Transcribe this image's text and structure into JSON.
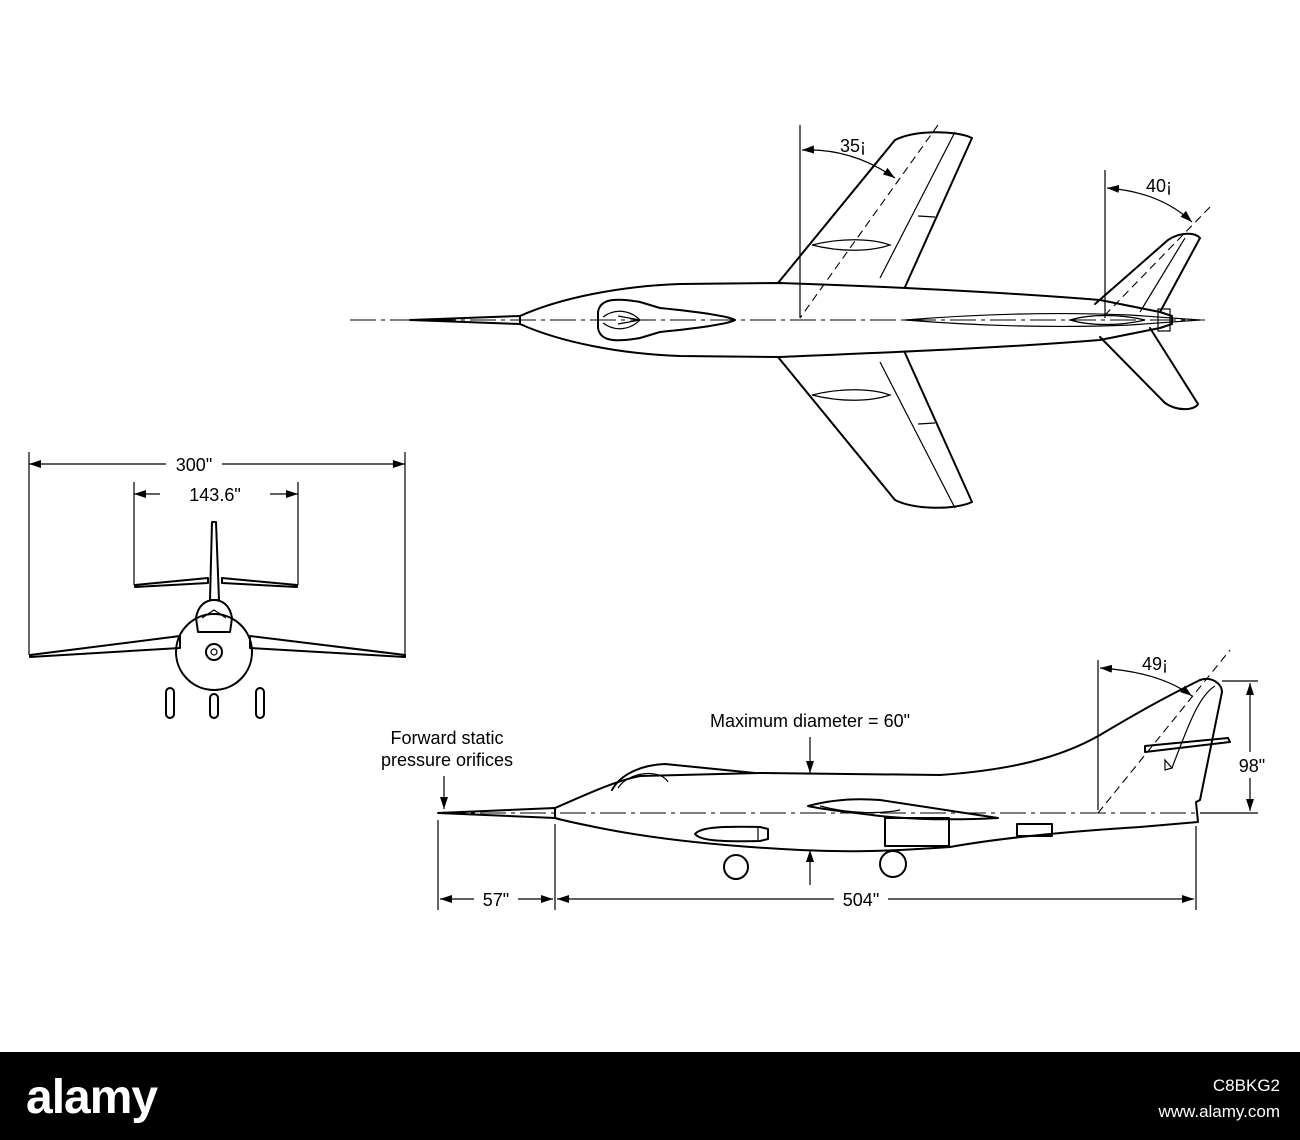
{
  "plan_view": {
    "wing_sweep_label": "35¡",
    "tail_sweep_label": "40¡"
  },
  "front_view": {
    "wing_span_label": "300\"",
    "tail_span_label": "143.6\""
  },
  "side_view": {
    "fin_sweep_label": "49¡",
    "max_diameter_label": "Maximum diameter = 60\"",
    "orifice_label_line1": "Forward static",
    "orifice_label_line2": "pressure orifices",
    "fin_height_label": "98\"",
    "probe_length_label": "57\"",
    "body_length_label": "504\""
  },
  "footer": {
    "logo": "alamy",
    "image_id": "C8BKG2",
    "site": "www.alamy.com"
  },
  "colors": {
    "background": "#ffffff",
    "line": "#000000",
    "footer_bg": "#000000",
    "footer_text": "#ffffff"
  }
}
